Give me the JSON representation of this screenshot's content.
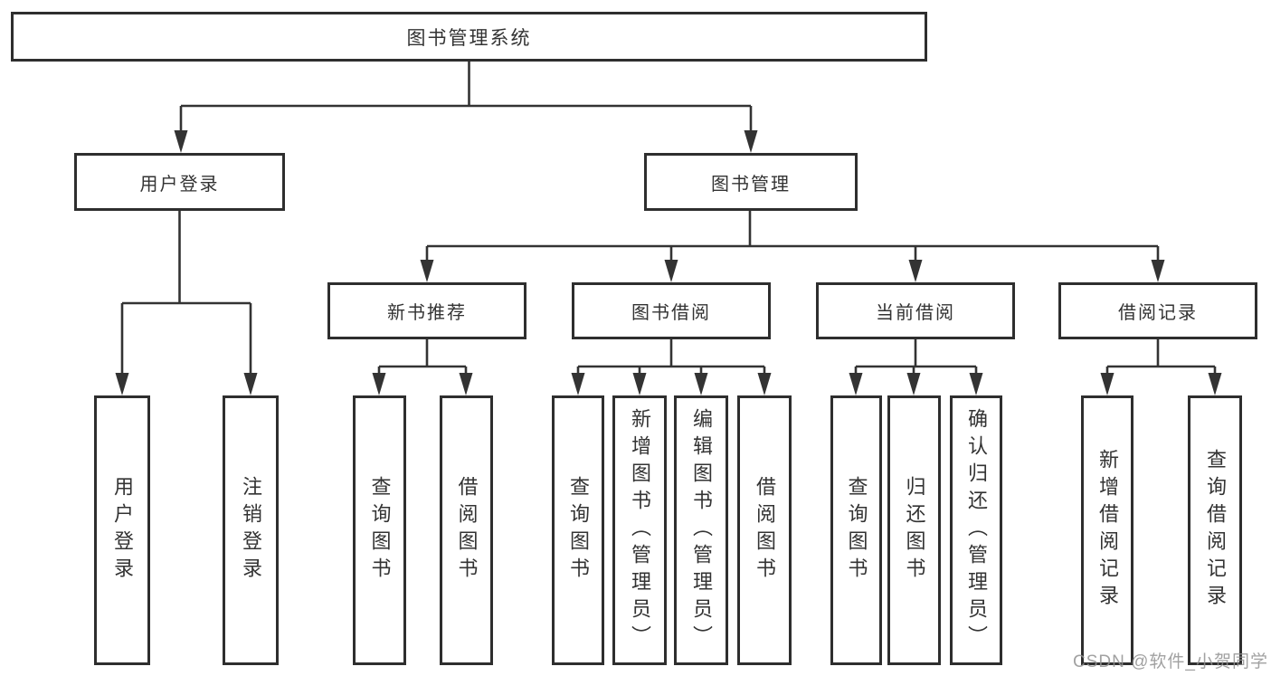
{
  "diagram": {
    "root": "图书管理系统",
    "branches": [
      {
        "label": "用户登录",
        "children": [
          "用户登录",
          "注销登录"
        ]
      },
      {
        "label": "图书管理",
        "sections": [
          {
            "label": "新书推荐",
            "children": [
              "查询图书",
              "借阅图书"
            ]
          },
          {
            "label": "图书借阅",
            "children": [
              "查询图书",
              "新增图书（管理员）",
              "编辑图书（管理员）",
              "借阅图书"
            ]
          },
          {
            "label": "当前借阅",
            "children": [
              "查询图书",
              "归还图书",
              "确认归还（管理员）"
            ]
          },
          {
            "label": "借阅记录",
            "children": [
              "新增借阅记录",
              "查询借阅记录"
            ]
          }
        ]
      }
    ]
  },
  "watermark": {
    "text": "CSDN @软件_小贺同学"
  },
  "colors": {
    "line": "#333333",
    "box_border": "#2e2e2e",
    "text": "#333333",
    "watermark": "#919191",
    "background": "#ffffff"
  }
}
